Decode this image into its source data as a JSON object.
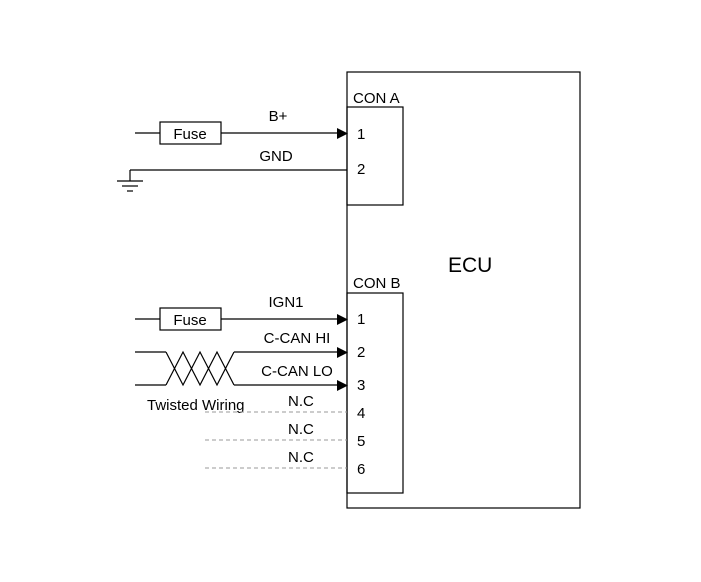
{
  "diagram": {
    "ecu": {
      "label": "ECU"
    },
    "con_a": {
      "label": "CON A",
      "pins": [
        {
          "number": "1",
          "signal": "B+"
        },
        {
          "number": "2",
          "signal": "GND"
        }
      ]
    },
    "con_b": {
      "label": "CON B",
      "pins": [
        {
          "number": "1",
          "signal": "IGN1"
        },
        {
          "number": "2",
          "signal": "C-CAN HI"
        },
        {
          "number": "3",
          "signal": "C-CAN LO"
        },
        {
          "number": "4",
          "signal": "N.C"
        },
        {
          "number": "5",
          "signal": "N.C"
        },
        {
          "number": "6",
          "signal": "N.C"
        }
      ]
    },
    "components": {
      "fuse_b_plus": "Fuse",
      "fuse_ign1": "Fuse",
      "twisted_wiring": "Twisted Wiring"
    },
    "colors": {
      "line": "#000000",
      "nc_line": "#9a9a9a",
      "background": "#ffffff"
    }
  }
}
